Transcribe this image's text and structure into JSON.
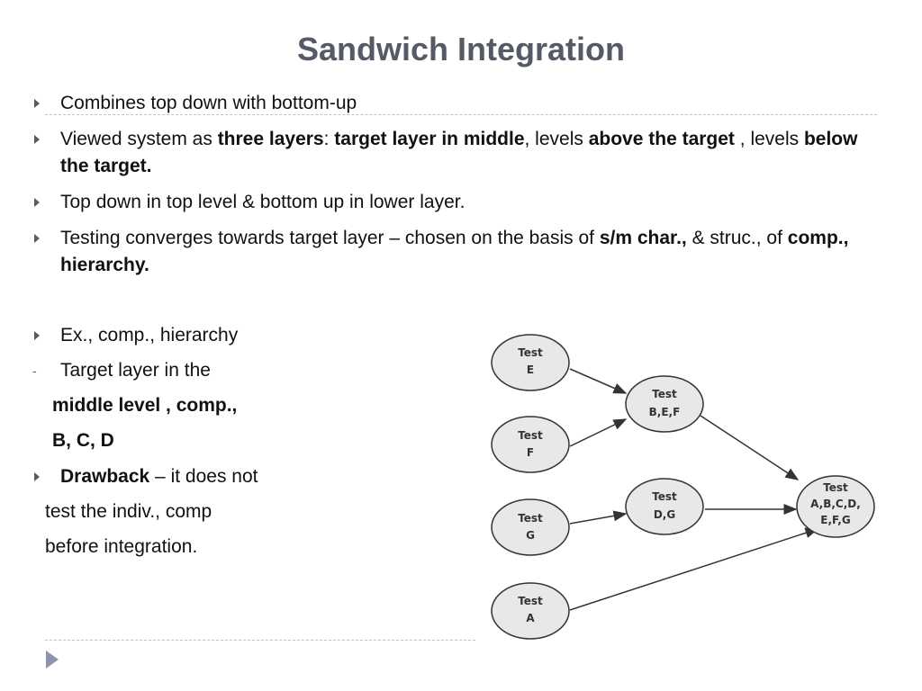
{
  "slide": {
    "title": "Sandwich Integration",
    "bullets": [
      {
        "text": "Combines top down with bottom-up"
      },
      {
        "t1": "Viewed system as ",
        "b1": "three layers",
        "t2": ": ",
        "b2": "target layer in middle",
        "t3": ", levels ",
        "b3": "above the target",
        "t4": " , levels ",
        "b4": "below the target."
      },
      {
        "text": "Top down in top level & bottom up in lower layer."
      },
      {
        "t1": "Testing converges towards target layer – chosen on the basis of ",
        "b1": "s/m char.,",
        "t2": " & struc., of ",
        "b2": "comp., hierarchy."
      }
    ],
    "example": {
      "line1": "Ex., comp., hierarchy",
      "dash_marker": "-",
      "line2": "Target layer in the",
      "line3": "middle level , comp.,",
      "line4": "B, C, D",
      "drawback_bold": "Drawback",
      "drawback_rest": " – it does not",
      "line6": "test the indiv., comp",
      "line7": "before integration."
    }
  },
  "diagram": {
    "nodes": {
      "e": {
        "l1": "Test",
        "l2": "E"
      },
      "f": {
        "l1": "Test",
        "l2": "F"
      },
      "g": {
        "l1": "Test",
        "l2": "G"
      },
      "a": {
        "l1": "Test",
        "l2": "A"
      },
      "bef": {
        "l1": "Test",
        "l2": "B,E,F"
      },
      "dg": {
        "l1": "Test",
        "l2": "D,G"
      },
      "all": {
        "l1": "Test",
        "l2": "A,B,C,D,",
        "l3": "E,F,G"
      }
    },
    "edges": [
      {
        "from": "Test E",
        "to": "Test B,E,F"
      },
      {
        "from": "Test F",
        "to": "Test B,E,F"
      },
      {
        "from": "Test G",
        "to": "Test D,G"
      },
      {
        "from": "Test B,E,F",
        "to": "Test A,B,C,D,E,F,G"
      },
      {
        "from": "Test D,G",
        "to": "Test A,B,C,D,E,F,G"
      },
      {
        "from": "Test A",
        "to": "Test A,B,C,D,E,F,G"
      }
    ]
  },
  "colors": {
    "title": "#555a66",
    "bullet": "#555a66",
    "node_fill": "#e8e8e8",
    "rule": "#b9c3d4"
  }
}
